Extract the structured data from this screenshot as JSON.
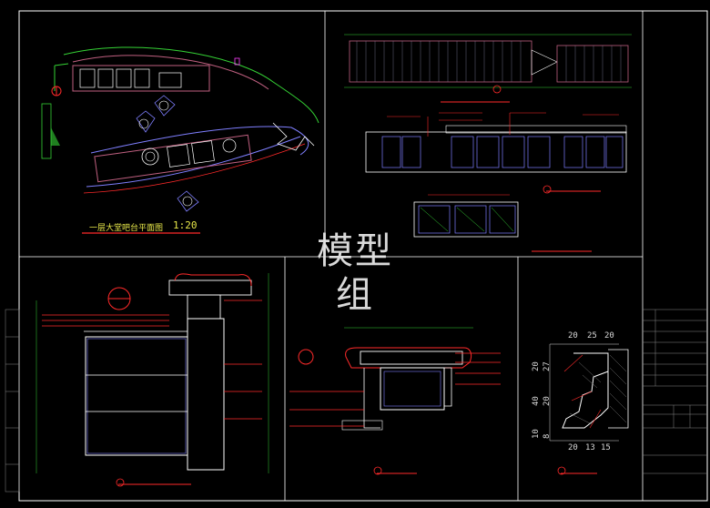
{
  "watermark": "模型组",
  "drawing_1": {
    "title": "一层大堂吧台平面图",
    "scale": "1:20"
  },
  "detail_2": {
    "dimensions": [
      "20",
      "25",
      "20",
      "20",
      "27",
      "40",
      "20",
      "10",
      "8",
      "20",
      "13",
      "15"
    ]
  },
  "colors": {
    "background": "#000000",
    "frame": "#ffffff",
    "annotation": "#ff2a2a",
    "cabinet": "#c06080",
    "grid": "#7f7fff",
    "dimension": "#d9d9d9"
  },
  "icons": [
    "detail-callout-icon",
    "section-marker-icon",
    "north-arrow-icon"
  ]
}
